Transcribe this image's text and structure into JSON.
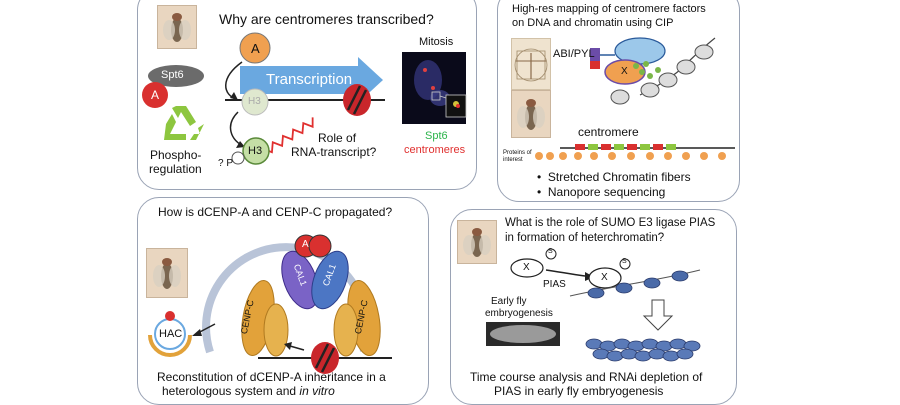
{
  "panel1": {
    "title": "Why are centromeres transcribed?",
    "spt6": "Spt6",
    "a": "A",
    "transcription": "Transcription",
    "h3": "H3",
    "role_line1": "Role of",
    "role_line2": "RNA-transcript?",
    "mitosis": "Mitosis",
    "legend_spt6": "Spt6",
    "legend_centromeres": "centromeres",
    "phospho_line1": "Phospho-",
    "phospho_line2": "regulation",
    "qp": "? P"
  },
  "panel2": {
    "title_line1": "High-res mapping of centromere factors",
    "title_line2": "on DNA and chromatin using CIP",
    "abi_pyl": "ABI/PYL",
    "x": "X",
    "centromere": "centromere",
    "proteins_line1": "Proteins of",
    "proteins_line2": "interest",
    "bullets": [
      "Stretched Chromatin fibers",
      "Nanopore sequencing"
    ]
  },
  "panel3": {
    "title": "How is dCENP-A and CENP-C propagated?",
    "a": "A",
    "cal1": "CAL1",
    "cenp_c": "CENP-C",
    "hac": "HAC",
    "caption_line1": "Reconstitution of dCENP-A inheritance in a",
    "caption_line2_a": "heterologous system and ",
    "caption_line2_b": "in vitro"
  },
  "panel4": {
    "title_line1": "What is the role of SUMO E3 ligase PIAS",
    "title_line2": "in formation of heterchromatin?",
    "x": "X",
    "s": "S",
    "pias": "PIAS",
    "early_line1": "Early fly",
    "early_line2": "embryogenesis",
    "caption_line1": "Time course analysis and RNAi depletion of",
    "caption_line2": "PIAS in early fly embryogenesis"
  },
  "colors": {
    "panel_border": "#9aa3b5",
    "orange_circle": "#f0a050",
    "red_circle": "#d9302f",
    "transcription_arrow": "#6aa8e0",
    "cal1": "#7a63c6",
    "cenp_c": "#e2a23a",
    "abi_pyl": "#9cc8ea"
  }
}
